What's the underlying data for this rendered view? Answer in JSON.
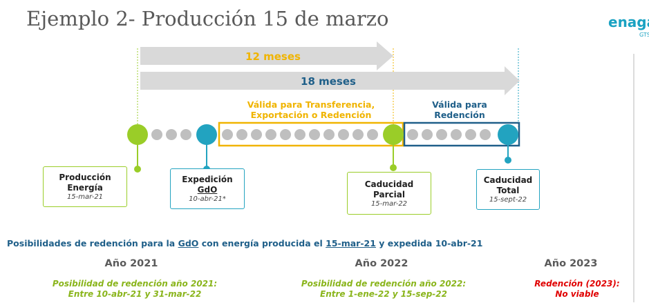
{
  "title": "Ejemplo 2- Producción 15 de marzo",
  "logo": {
    "text": "enagas",
    "sub": "GTS"
  },
  "arrows": {
    "first": "12 meses",
    "second": "18 meses"
  },
  "validity": {
    "first_line1": "Válida para Transferencia,",
    "first_line2": "Exportación o Redención",
    "second_line1": "Válida para",
    "second_line2": "Redención"
  },
  "milestones": {
    "produccion": {
      "line1": "Producción",
      "line2": "Energía",
      "date": "15-mar-21"
    },
    "expedicion": {
      "line1": "Expedición",
      "line2": "GdO",
      "date": "10-abr-21*"
    },
    "caducidad_parcial": {
      "line1": "Caducidad",
      "line2": "Parcial",
      "date": "15-mar-22"
    },
    "caducidad_total": {
      "line1": "Caducidad",
      "line2": "Total",
      "date": "15-sept-22"
    }
  },
  "redemption": {
    "heading_pre": "Posibilidades de redención para la ",
    "heading_gdo": "GdO",
    "heading_mid": " con energía producida el ",
    "heading_date": "15-mar-21",
    "heading_post": " y expedida 10-abr-21",
    "years": [
      {
        "label": "Año 2021",
        "line1": "Posibilidad de redención año 2021:",
        "line2": "Entre 10-abr-21 y 31-mar-22"
      },
      {
        "label": "Año 2022",
        "line1": "Posibilidad de redención año 2022:",
        "line2": "Entre 1-ene-22 y 15-sep-22"
      },
      {
        "label": "Año 2023",
        "line1": "Redención (2023):",
        "line2": "No viable"
      }
    ]
  },
  "colors": {
    "green": "#9acd28",
    "teal": "#22a3c0",
    "yellow": "#f0b400",
    "navy": "#1f5f89",
    "grey_arrow": "#d9d9d9",
    "dot_grey": "#bfbfbf",
    "red": "#e00000"
  }
}
